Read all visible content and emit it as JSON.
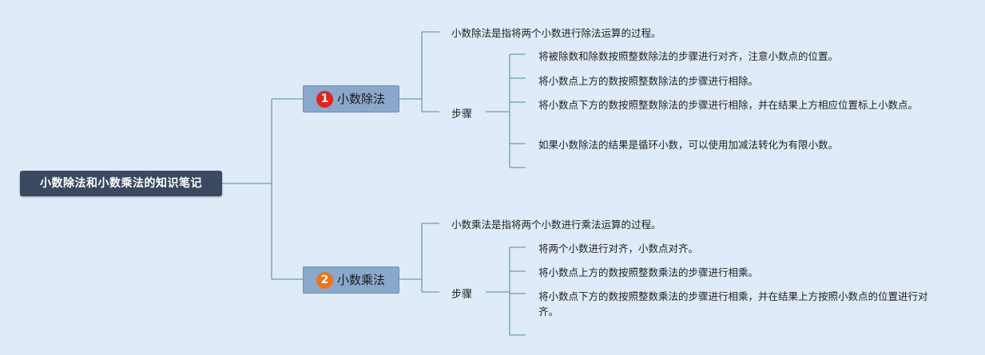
{
  "root": {
    "title": "小数除法和小数乘法的知识笔记"
  },
  "branches": [
    {
      "badge": "1",
      "title": "小数除法",
      "definition": "小数除法是指将两个小数进行除法运算的过程。",
      "steps_label": "步骤",
      "steps": [
        "将被除数和除数按照整数除法的步骤进行对齐，注意小数点的位置。",
        "将小数点上方的数按照整数除法的步骤进行相除。",
        "将小数点下方的数按照整数除法的步骤进行相除，并在结果上方相应位置标上小数点。",
        "如果小数除法的结果是循环小数，可以使用加减法转化为有限小数。"
      ]
    },
    {
      "badge": "2",
      "title": "小数乘法",
      "definition": "小数乘法是指将两个小数进行乘法运算的过程。",
      "steps_label": "步骤",
      "steps": [
        "将两个小数进行对齐，小数点对齐。",
        "将小数点上方的数按照整数乘法的步骤进行相乘。",
        "将小数点下方的数按照整数乘法的步骤进行相乘，并在结果上方按照小数点的位置进行对齐。"
      ]
    }
  ],
  "colors": {
    "background": "#dfebf8",
    "root": "#3a4960",
    "topic": "#8aa8cc",
    "line": "#6b9fa6",
    "badge_1": "#e2231a",
    "badge_2": "#ee7418"
  }
}
